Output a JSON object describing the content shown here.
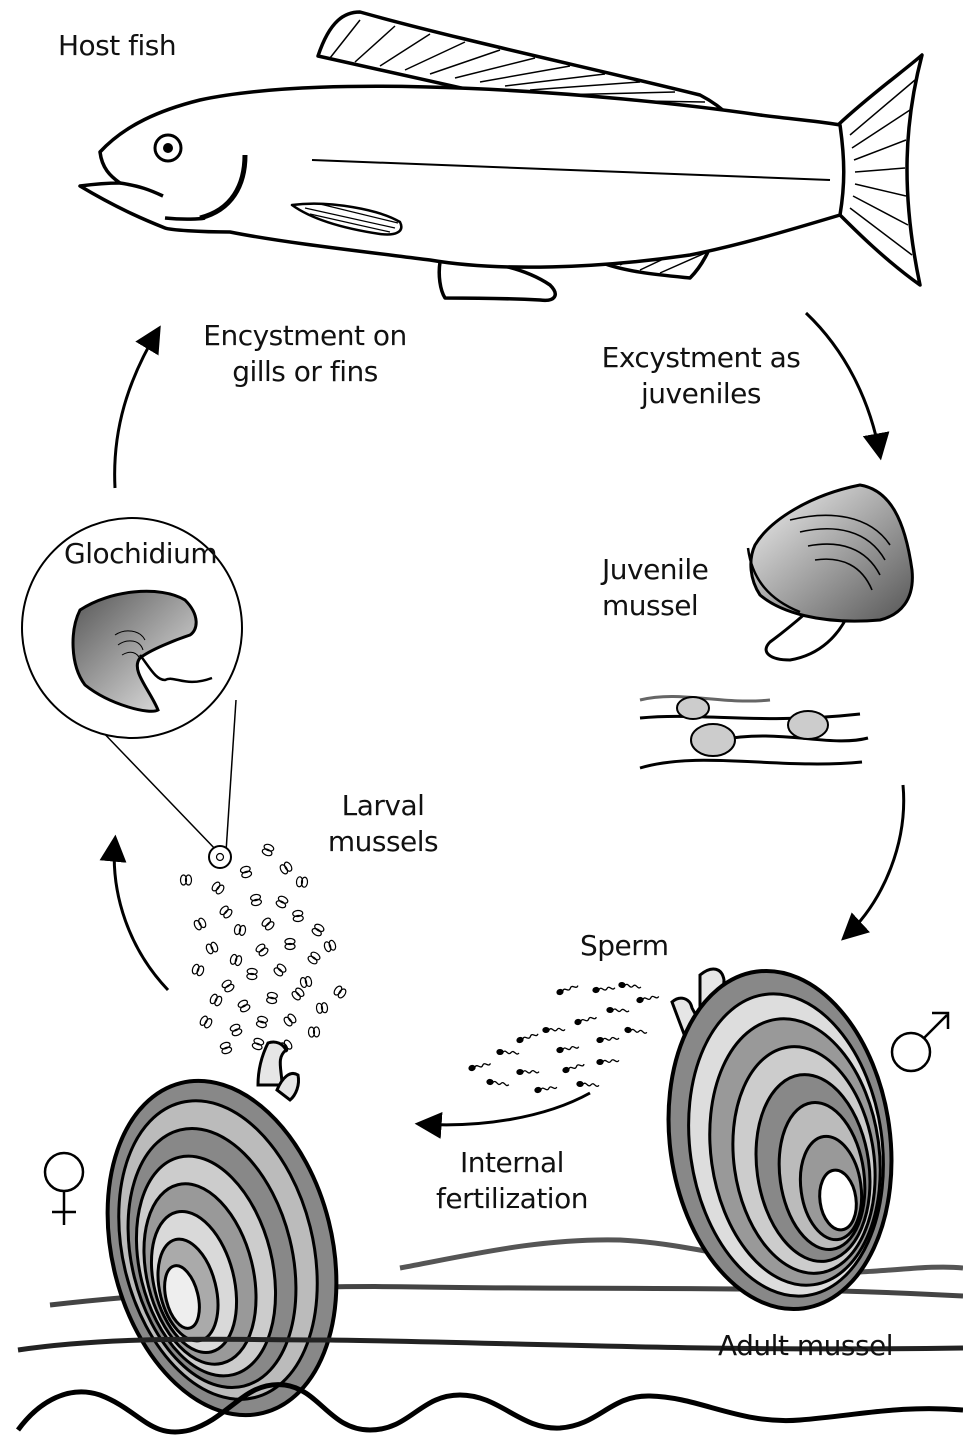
{
  "labels": {
    "host_fish": "Host fish",
    "encystment": [
      "Encystment on",
      "gills or fins"
    ],
    "excystment": [
      "Excystment as",
      "juveniles"
    ],
    "juvenile": [
      "Juvenile",
      "mussel"
    ],
    "glochidium": "Glochidium",
    "larval": [
      "Larval",
      "mussels"
    ],
    "sperm": "Sperm",
    "fertilization": [
      "Internal",
      "fertilization"
    ],
    "adult": "Adult mussel"
  },
  "symbols": {
    "female": "female-symbol",
    "male": "male-symbol"
  },
  "colors": {
    "line": "#000000",
    "shell_dark": "#6f6f6f",
    "shell_mid": "#a9a9a9",
    "shell_light": "#d9d9d9",
    "shell_lightest": "#f2f2f2",
    "substrate": "#555555"
  }
}
